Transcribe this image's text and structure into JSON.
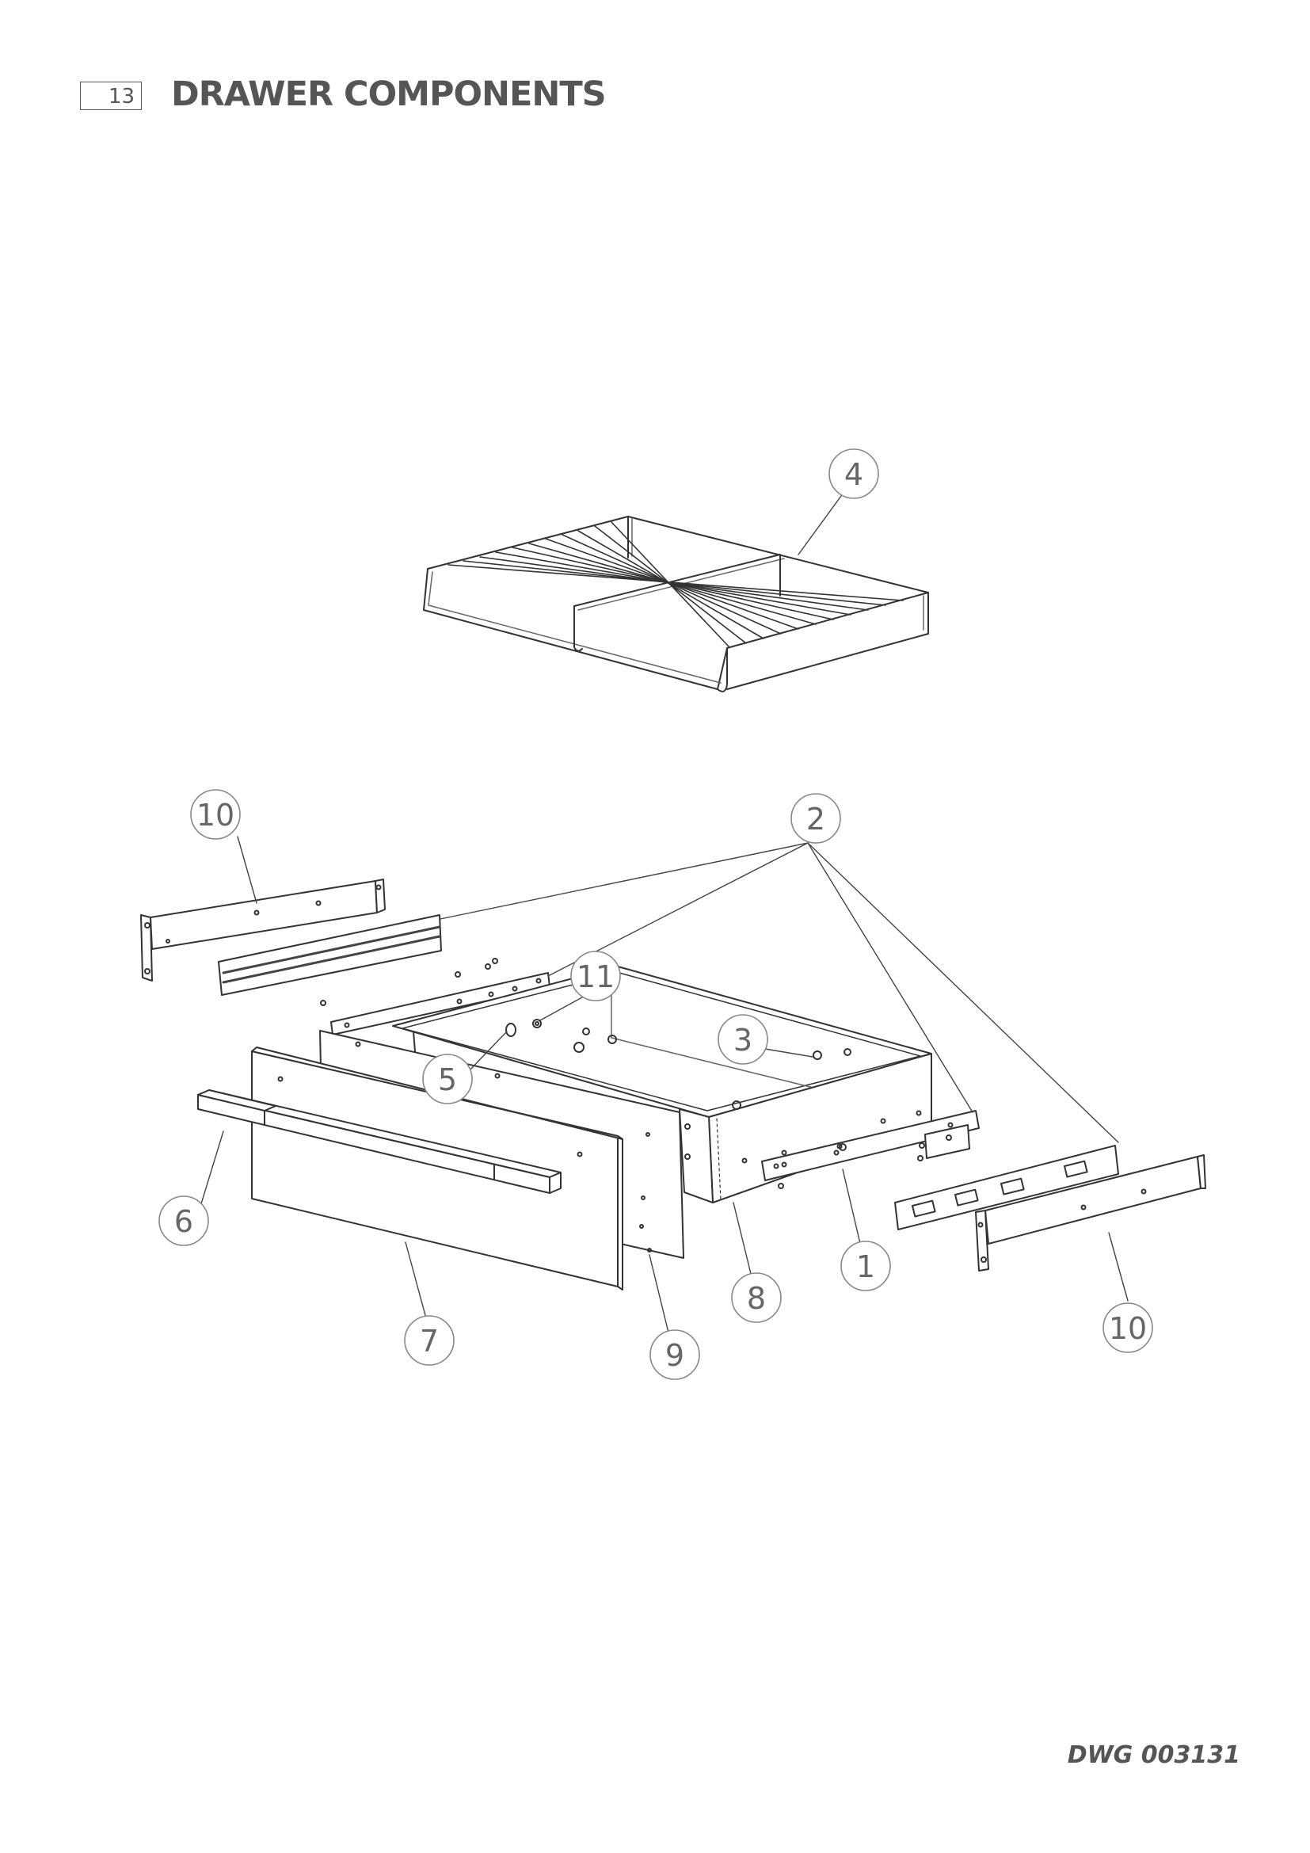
{
  "header": {
    "section_number": "13",
    "title": "DRAWER COMPONENTS"
  },
  "footer": {
    "drawing_number": "DWG 003131"
  },
  "callouts": [
    {
      "id": "callout-4",
      "label": "4"
    },
    {
      "id": "callout-10-top",
      "label": "10"
    },
    {
      "id": "callout-2",
      "label": "2"
    },
    {
      "id": "callout-11",
      "label": "11"
    },
    {
      "id": "callout-3",
      "label": "3"
    },
    {
      "id": "callout-5",
      "label": "5"
    },
    {
      "id": "callout-6",
      "label": "6"
    },
    {
      "id": "callout-1",
      "label": "1"
    },
    {
      "id": "callout-8",
      "label": "8"
    },
    {
      "id": "callout-7",
      "label": "7"
    },
    {
      "id": "callout-9",
      "label": "9"
    },
    {
      "id": "callout-10-bottom",
      "label": "10"
    }
  ]
}
